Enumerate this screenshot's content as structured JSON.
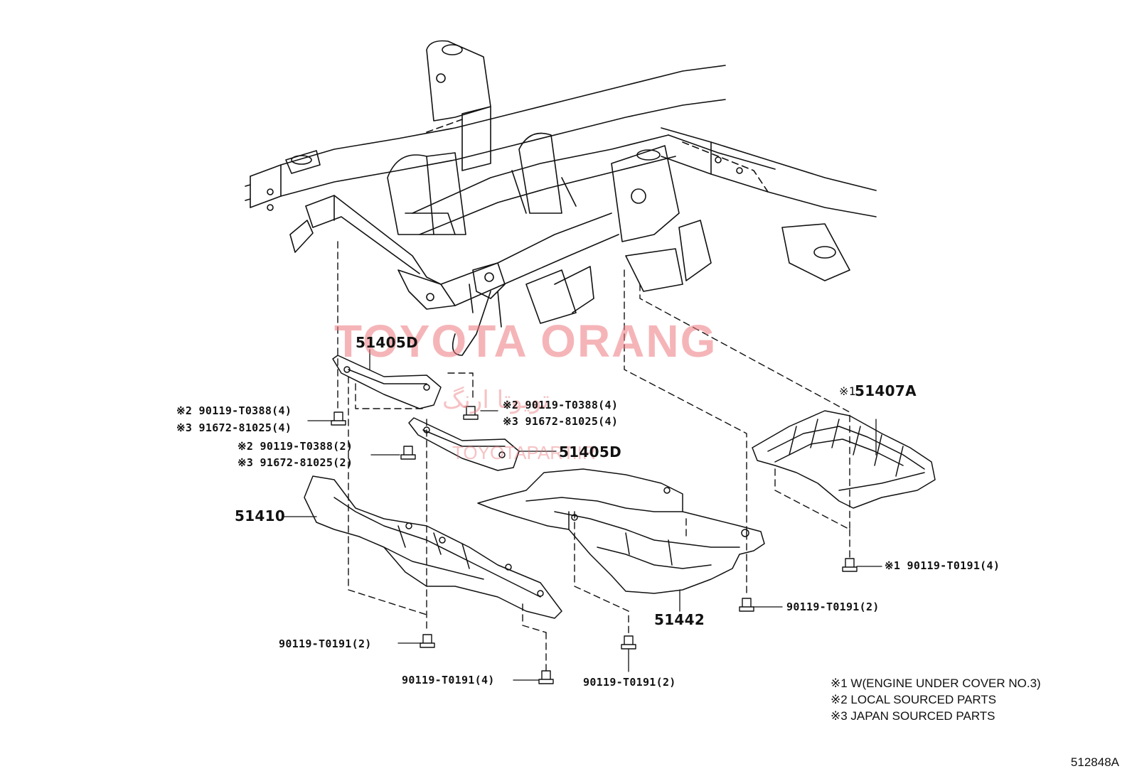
{
  "diagram": {
    "figure_number": "512848A",
    "watermark": {
      "brand": "TOYOTA ORANG",
      "persian": "تویوتا ارنگ",
      "site": "TOYOTAPART.IR"
    },
    "parts": {
      "p51405D_top": "51405D",
      "p51405D_mid": "51405D",
      "p51407A": "51407A",
      "p51407A_mark": "※1",
      "p51410": "51410",
      "p51442": "51442"
    },
    "fasteners": {
      "left_upper": {
        "line1": "※2 90119-T0388(4)",
        "line2": "※3 91672-81025(4)"
      },
      "center_upper": {
        "line1": "※2 90119-T0388(4)",
        "line2": "※3 91672-81025(4)"
      },
      "left_mid": {
        "line1": "※2 90119-T0388(2)",
        "line2": "※3 91672-81025(2)"
      },
      "right_51407A": "※1 90119-T0191(4)",
      "right_51442": "90119-T0191(2)",
      "bottom_left": "90119-T0191(2)",
      "bottom_center_left": "90119-T0191(4)",
      "bottom_center": "90119-T0191(2)"
    },
    "notes": [
      "※1 W(ENGINE UNDER COVER NO.3)",
      "※2 LOCAL SOURCED PARTS",
      "※3 JAPAN SOURCED PARTS"
    ]
  }
}
